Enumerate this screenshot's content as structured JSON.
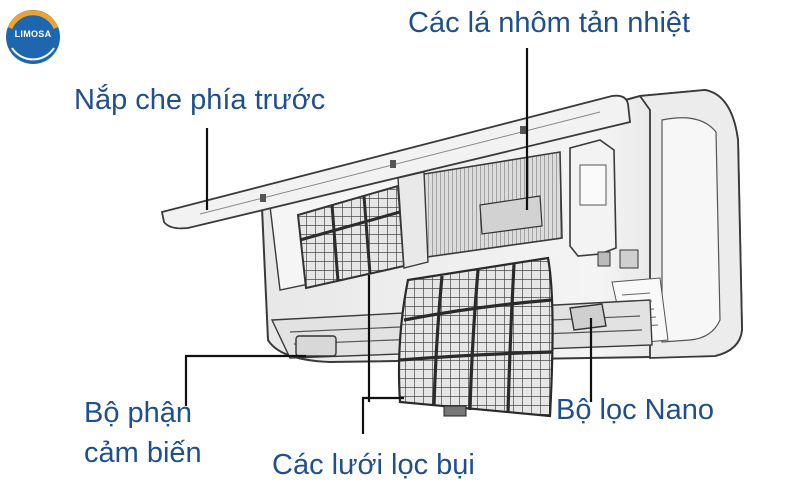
{
  "brand": {
    "name": "LIMOSA",
    "colors": {
      "ring_orange": "#f0a32b",
      "ring_blue": "#1c67b0",
      "text": "#ffffff"
    }
  },
  "labels": {
    "heat_fins": "Các lá nhôm tản nhiệt",
    "front_cover": "Nắp che phía trước",
    "sensor_line1": "Bộ phận",
    "sensor_line2": "cảm biến",
    "dust_filters": "Các lưới lọc bụi",
    "nano_filter": "Bộ lọc Nano"
  },
  "colors": {
    "label_text": "#1f4f8c",
    "leader_line": "#111111",
    "unit_body": "#f1f1f1",
    "outline": "#3a3a3a",
    "filter_mesh": "#555555"
  }
}
